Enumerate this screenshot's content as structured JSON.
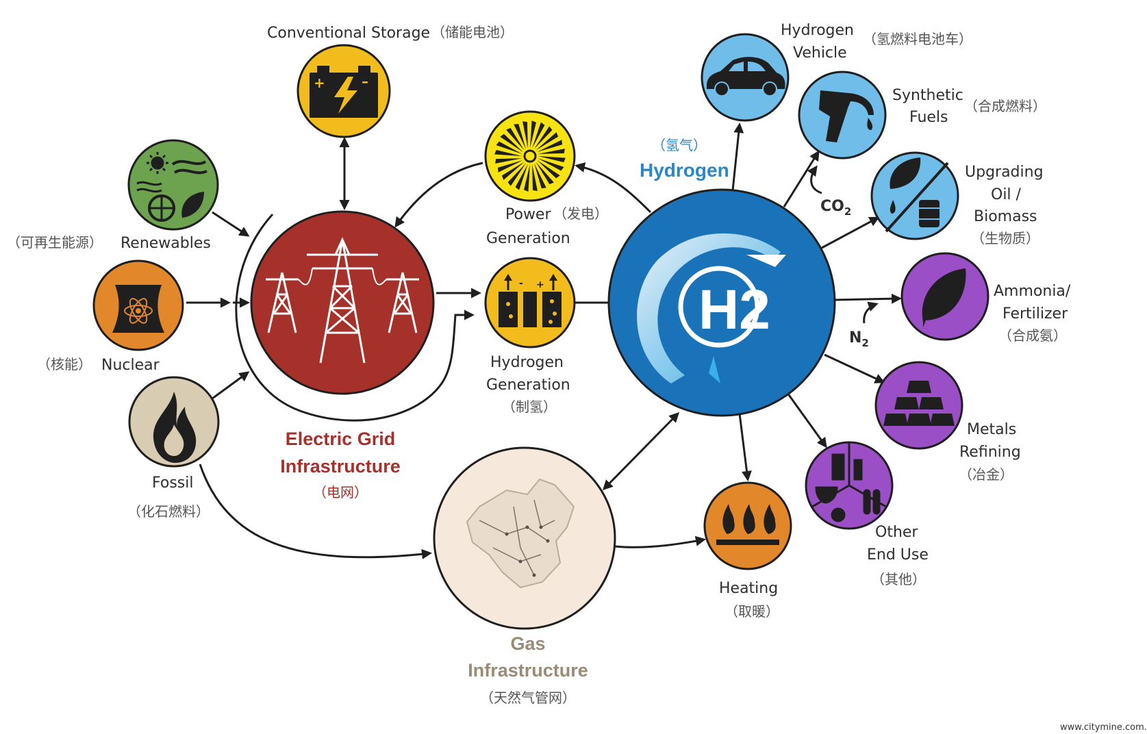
{
  "colors": {
    "grid": "#a6312a",
    "hydrogen": "#1a73b8",
    "hydrogen_text": "#2a87c8",
    "storage": "#f1bc1c",
    "renewables": "#6da24e",
    "nuclear": "#e2872a",
    "fossil": "#d8ccb2",
    "gas": "#f6e8db",
    "power": "#f8e312",
    "light_blue": "#6fbde8",
    "purple": "#9b4fc7",
    "heating": "#e2872a"
  },
  "nodes": {
    "storage": {
      "label": "Conventional Storage",
      "cn": "（储能电池）",
      "icon": "battery-icon"
    },
    "renewables": {
      "label": "Renewables",
      "cn": "（可再生能源）",
      "icon": "renewables-icon"
    },
    "nuclear": {
      "label": "Nuclear",
      "cn": "（核能）",
      "icon": "nuclear-plant-icon"
    },
    "fossil": {
      "label": "Fossil",
      "cn": "（化石燃料）",
      "icon": "flame-icon"
    },
    "grid": {
      "label_line1": "Electric Grid",
      "label_line2": "Infrastructure",
      "cn": "（电网）",
      "icon": "transmission-tower-icon"
    },
    "power": {
      "label_line1": "Power",
      "label_cn_inline": "（发电）",
      "label_line2": "Generation",
      "icon": "turbine-icon"
    },
    "h2gen": {
      "label_line1": "Hydrogen",
      "label_line2": "Generation",
      "cn": "（制氢）",
      "icon": "electrolyzer-icon"
    },
    "hydrogen": {
      "cn": "（氢气）",
      "label": "Hydrogen",
      "symbol": "H2",
      "icon": "h2-logo-icon"
    },
    "gas": {
      "label_line1": "Gas",
      "label_line2": "Infrastructure",
      "cn": "（天然气管网）",
      "icon": "china-map-icon"
    },
    "vehicle": {
      "label_line1": "Hydrogen",
      "label_line2": "Vehicle",
      "cn": "（氢燃料电池车）",
      "icon": "car-icon"
    },
    "synfuel": {
      "label_line1": "Synthetic",
      "label_line2": "Fuels",
      "cn": "（合成燃料）",
      "icon": "fuel-nozzle-icon"
    },
    "upgrading": {
      "label_line1": "Upgrading",
      "label_line2": "Oil /",
      "label_line3": "Biomass",
      "cn": "（生物质）",
      "icon": "leaf-barrel-icon"
    },
    "ammonia": {
      "label_line1": "Ammonia/",
      "label_line2": "Fertilizer",
      "cn": "（合成氨）",
      "icon": "leaf-icon"
    },
    "metals": {
      "label_line1": "Metals",
      "label_line2": "Refining",
      "cn": "（冶金）",
      "icon": "ingots-icon"
    },
    "other": {
      "label_line1": "Other",
      "label_line2": "End Use",
      "cn": "（其他）",
      "icon": "lab-icon"
    },
    "heating": {
      "label": "Heating",
      "cn": "（取暖）",
      "icon": "heating-flames-icon"
    }
  },
  "inputs": {
    "co2": "CO",
    "co2_sub": "2",
    "n2": "N",
    "n2_sub": "2"
  },
  "watermark": "www.citymine.com.cn"
}
